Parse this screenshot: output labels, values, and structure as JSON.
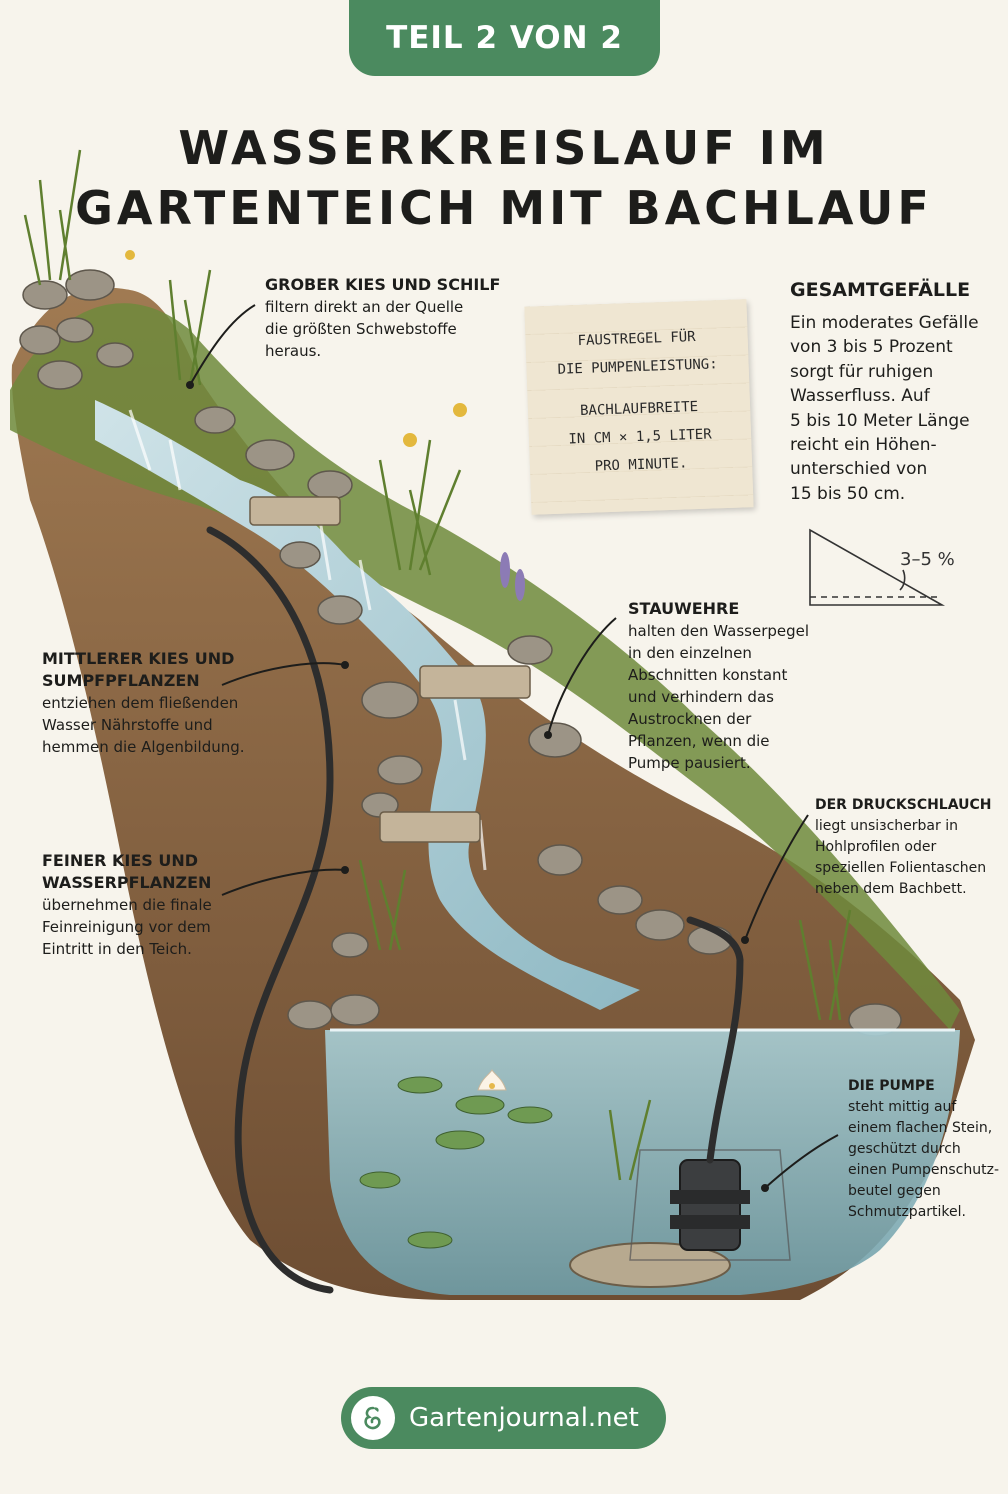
{
  "badge": "TEIL 2 VON 2",
  "title": {
    "line1": "WASSERKREISLAUF IM",
    "line2": "GARTENTEICH MIT BACHLAUF"
  },
  "annotations": {
    "grober_kies": {
      "heading": "GROBER KIES UND SCHILF",
      "lines": [
        "filtern direkt an der Quelle",
        "die größten Schwebstoffe",
        "heraus."
      ]
    },
    "mittlerer_kies": {
      "heading_lines": [
        "MITTLERER KIES UND",
        "SUMPFPFLANZEN"
      ],
      "lines": [
        "entziehen dem fließenden",
        "Wasser Nährstoffe und",
        "hemmen die Algenbildung."
      ]
    },
    "feiner_kies": {
      "heading_lines": [
        "FEINER KIES UND",
        "WASSERPFLANZEN"
      ],
      "lines": [
        "übernehmen die finale",
        "Feinreinigung vor dem",
        "Eintritt in den Teich."
      ]
    },
    "stauwehre": {
      "heading": "STAUWEHRE",
      "lines": [
        "halten den Wasserpegel",
        "in den einzelnen",
        "Abschnitten konstant",
        "und verhindern das",
        "Austrocknen der",
        "Pflanzen, wenn die",
        "Pumpe pausiert."
      ]
    },
    "druckschlauch": {
      "heading": "DER DRUCKSCHLAUCH",
      "lines": [
        "liegt unsiзcherbar in",
        "Hohlprofilen oder",
        "speziellen Folientaschen",
        "neben dem Bachbett."
      ]
    },
    "pumpe": {
      "heading": "DIE PUMPE",
      "lines": [
        "steht mittig auf",
        "einem flachen Stein,",
        "geschützt durch",
        "einen Pumpenschutz-",
        "beutel gegen",
        "Schmutzpartikel."
      ]
    }
  },
  "note": {
    "lines_a": [
      "FAUSTREGEL FÜR",
      "DIE PUMPENLEISTUNG:"
    ],
    "lines_b": [
      "BACHLAUFBREITE",
      "IN CM × 1,5 LITER",
      "PRO MINUTE."
    ]
  },
  "gesamt": {
    "heading": "GESAMTGEFÄLLE",
    "lines": [
      "Ein moderates Gefälle",
      "von 3 bis 5 Prozent",
      "sorgt für ruhigen",
      "Wasserfluss. Auf",
      "5 bis 10 Meter Länge",
      "reicht ein Höhen-",
      "unterschied von",
      "15 bis 50 cm."
    ]
  },
  "slope_label": "3–5 %",
  "footer": {
    "brand": "Gartenjournal.net"
  },
  "colors": {
    "accent": "#4b8a5f",
    "water": "#8fb9c4",
    "soil": "#7a5a3c"
  }
}
